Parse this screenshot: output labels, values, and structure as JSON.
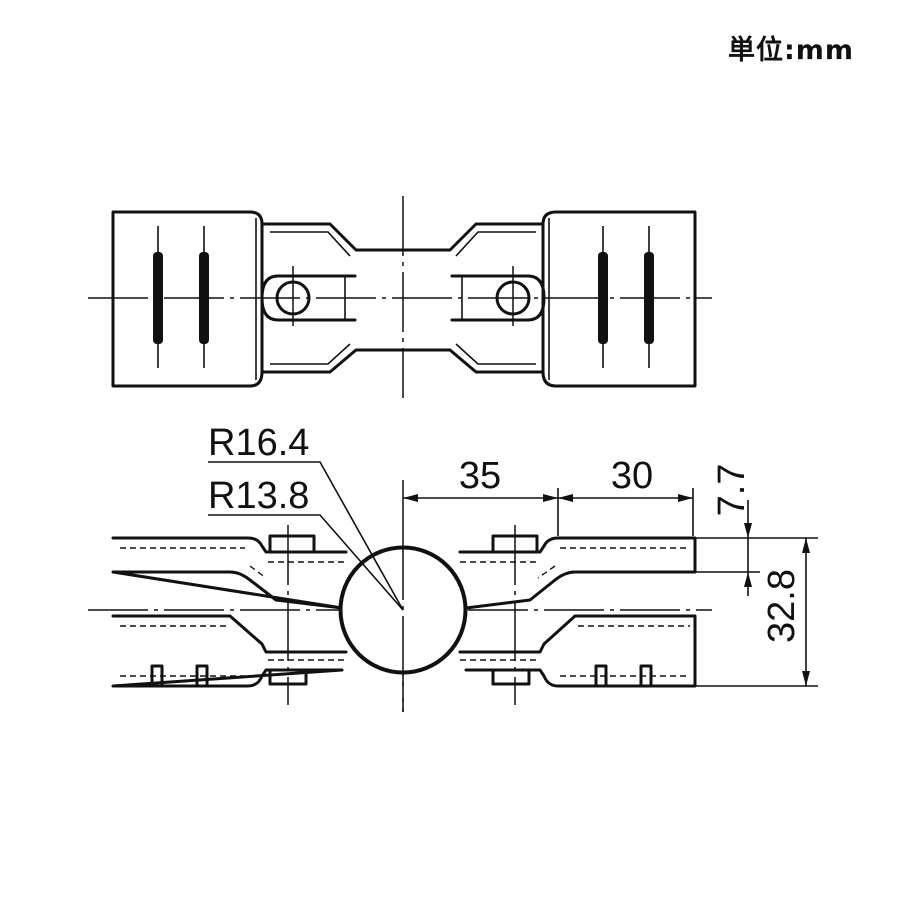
{
  "unit_label": "単位:mm",
  "dimensions": {
    "radius_outer": "R16.4",
    "radius_inner": "R13.8",
    "dim_35": "35",
    "dim_30": "30",
    "dim_7_7": "7.7",
    "dim_32_8": "32.8"
  },
  "colors": {
    "line": "#111111",
    "background": "#ffffff"
  }
}
